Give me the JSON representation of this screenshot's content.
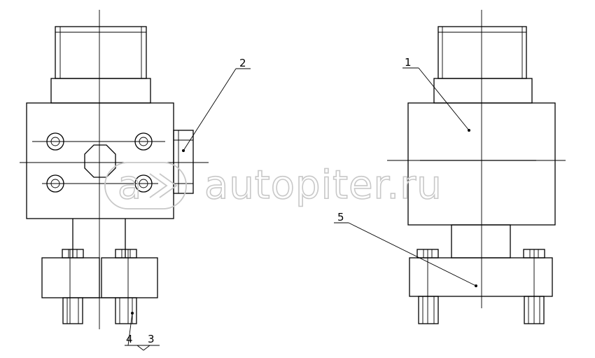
{
  "callouts": [
    {
      "id": "1",
      "label": "1"
    },
    {
      "id": "2",
      "label": "2"
    },
    {
      "id": "3",
      "label": "3"
    },
    {
      "id": "4",
      "label": "4"
    },
    {
      "id": "5",
      "label": "5"
    }
  ],
  "watermark": {
    "logo_text": "a",
    "text": "autopiter.ru"
  }
}
